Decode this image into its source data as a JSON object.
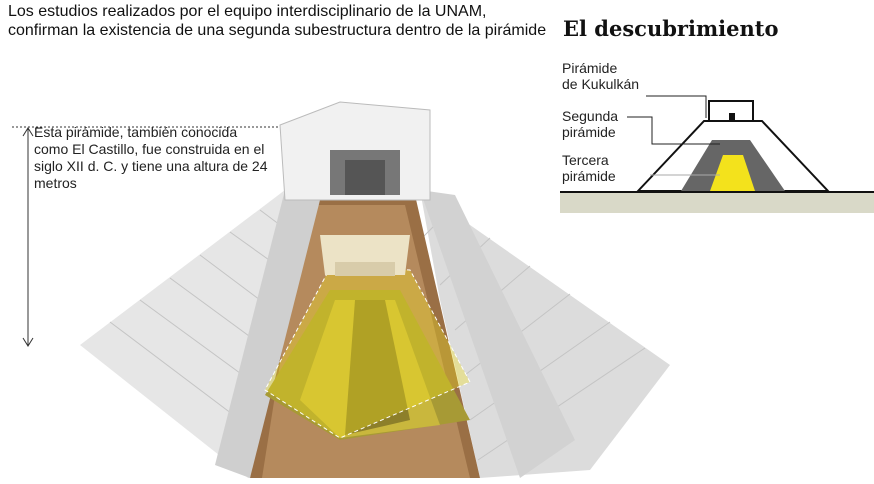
{
  "intro": "Los estudios realizados por el equipo interdisciplinario de la UNAM, confirman la existencia de una segunda subestructura dentro de la pirámide",
  "height_note": "Esta pirámide, también conocida como El Castillo, fue construida en el siglo XII d. C. y tiene una altura de 24 metros",
  "inset": {
    "title": "El descubrimiento",
    "labels": {
      "first_a": "Pirámide",
      "first_b": "de Kukulkán",
      "second_a": "Segunda",
      "second_b": "pirámide",
      "third_a": "Tercera",
      "third_b": "pirámide"
    }
  },
  "colors": {
    "highlight": "#f3e21c",
    "earth": "#9a6f45",
    "stone": "#e9e9e9"
  }
}
